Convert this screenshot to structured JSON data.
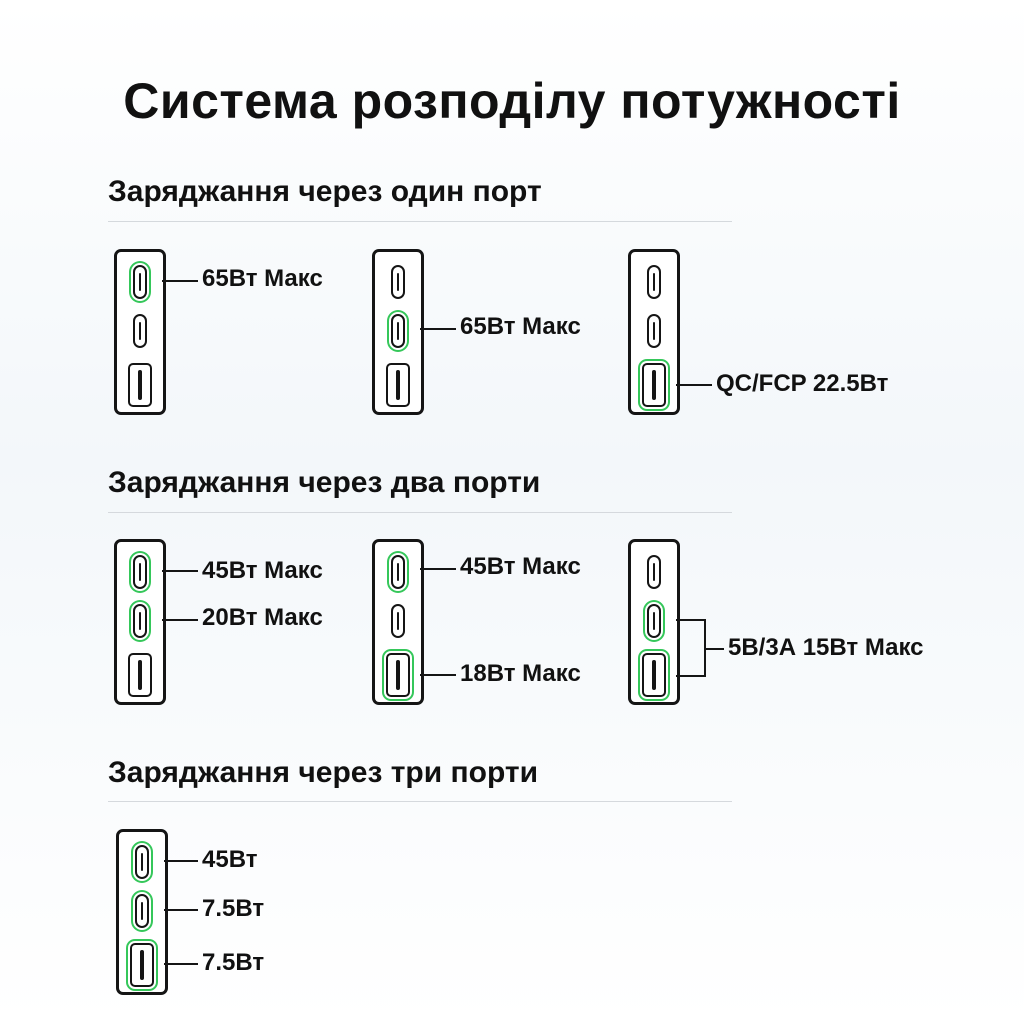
{
  "title": "Система розподілу потужності",
  "sections": {
    "single": {
      "title": "Заряджання через один порт",
      "labels": [
        "65Вт Макс",
        "65Вт Макс",
        "QC/FCP 22.5Вт"
      ]
    },
    "dual": {
      "title": "Заряджання через два порти",
      "labels": [
        "45Вт Макс",
        "20Вт Макс",
        "45Вт Макс",
        "18Вт Макс",
        "5В/3А 15Вт Макс"
      ]
    },
    "triple": {
      "title": "Заряджання через три порти",
      "labels": [
        "45Вт",
        "7.5Вт",
        "7.5Вт"
      ]
    }
  },
  "colors": {
    "active": "#35c75a",
    "outline": "#151515"
  },
  "icons": [
    "usb-c-port-icon",
    "usb-a-port-icon"
  ]
}
